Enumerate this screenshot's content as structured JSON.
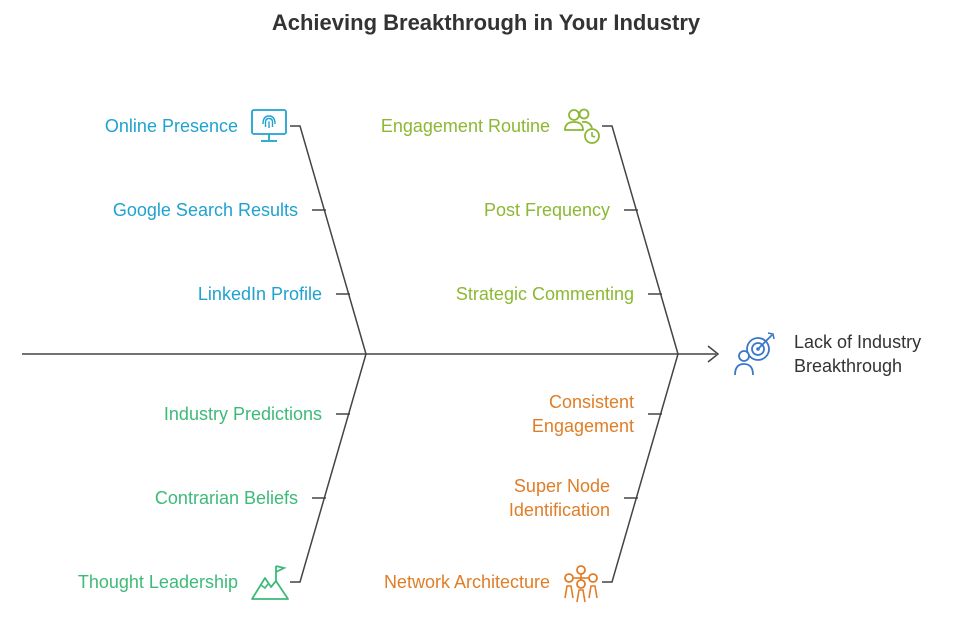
{
  "title": "Achieving Breakthrough in Your Industry",
  "effect": {
    "line1": "Lack of Industry",
    "line2": "Breakthrough",
    "icon": "target-person-icon"
  },
  "categories": [
    {
      "name": "Online Presence",
      "color": "#1fa2d0",
      "icon": "fingerprint-monitor-icon",
      "causes": [
        "Google Search Results",
        "LinkedIn Profile"
      ]
    },
    {
      "name": "Engagement Routine",
      "color": "#8cb833",
      "icon": "people-clock-icon",
      "causes": [
        "Post Frequency",
        "Strategic Commenting"
      ]
    },
    {
      "name": "Thought Leadership",
      "color": "#3dba78",
      "icon": "mountain-flag-icon",
      "causes": [
        "Industry Predictions",
        "Contrarian Beliefs"
      ]
    },
    {
      "name": "Network Architecture",
      "color": "#e07d27",
      "icon": "network-people-icon",
      "causes": [
        "Consistent\nEngagement",
        "Super Node\nIdentification"
      ]
    }
  ]
}
